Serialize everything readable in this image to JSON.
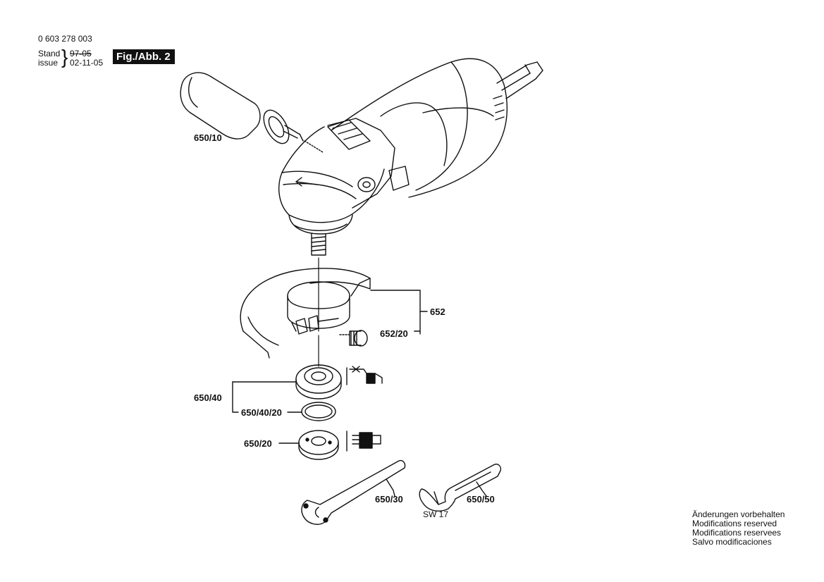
{
  "header": {
    "part_number": "0 603 278 003",
    "stand_label": "Stand",
    "issue_label": "issue",
    "old_date": "97-05",
    "new_date": "02-11-05",
    "figure_label": "Fig./Abb. 2"
  },
  "callouts": {
    "handle": "650/10",
    "guard": "652",
    "guard_screw": "652/20",
    "flange_assembly": "650/40",
    "o_ring": "650/40/20",
    "clamp_nut": "650/20",
    "pin_wrench": "650/30",
    "open_wrench": "650/50",
    "wrench_size": "SW 17"
  },
  "notes": [
    "Änderungen vorbehalten",
    "Modifications reserved",
    "Modifications reservees",
    "Salvo modificaciones"
  ]
}
